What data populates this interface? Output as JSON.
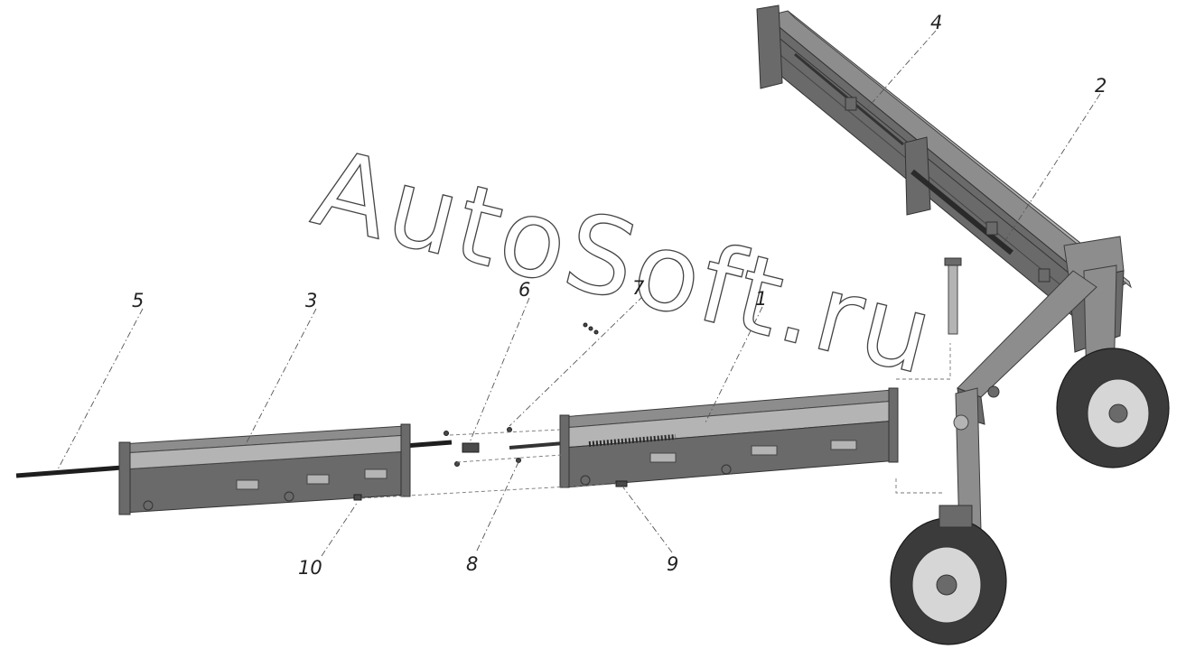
{
  "watermark": "AutoSoft.ru",
  "callouts": [
    {
      "id": "1",
      "label": "1"
    },
    {
      "id": "2",
      "label": "2"
    },
    {
      "id": "3",
      "label": "3"
    },
    {
      "id": "4",
      "label": "4"
    },
    {
      "id": "5",
      "label": "5"
    },
    {
      "id": "6",
      "label": "6"
    },
    {
      "id": "7",
      "label": "7"
    },
    {
      "id": "8",
      "label": "8"
    },
    {
      "id": "9",
      "label": "9"
    },
    {
      "id": "10",
      "label": "10"
    }
  ]
}
